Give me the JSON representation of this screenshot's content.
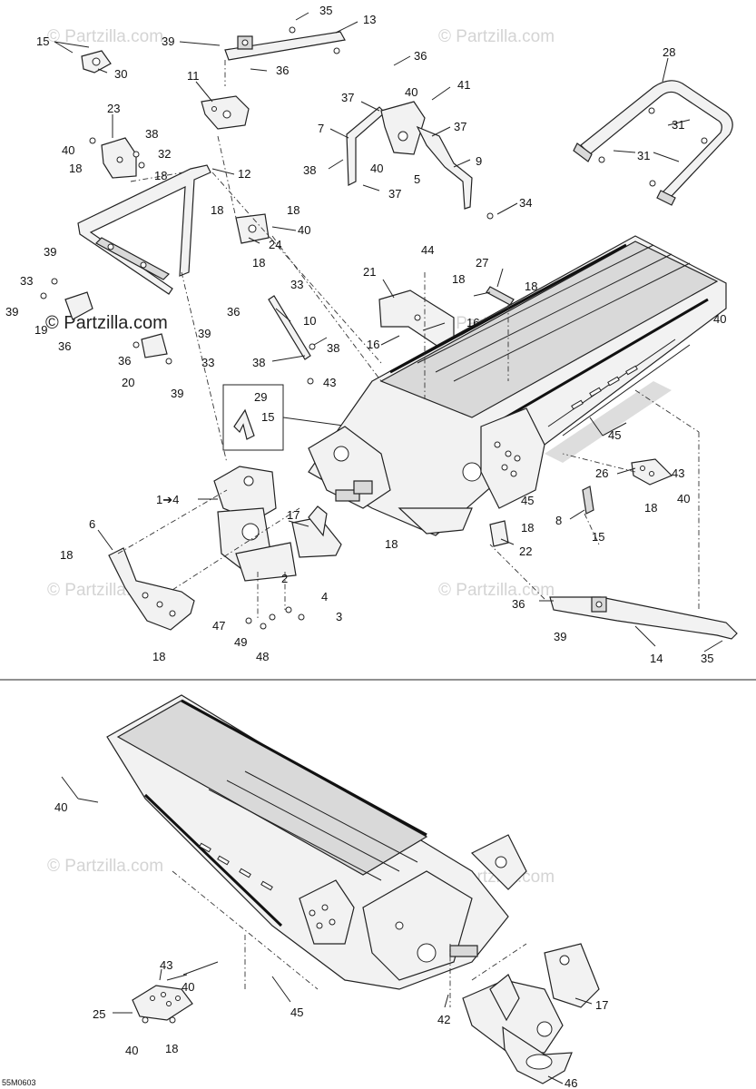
{
  "watermarks": [
    "© Partzilla.com",
    "© Partzilla.com",
    "© Partzilla.com",
    "© Partzilla.com",
    "© Partzilla.com",
    "© Partzilla.com",
    "© Partzilla.com",
    "© Partzilla.com"
  ],
  "watermark_dark": "© Partzilla.com",
  "diagram_code": "55M0603",
  "upper_callouts": {
    "c35a": "35",
    "c13": "13",
    "c15a": "15",
    "c39a": "39",
    "c36a": "36",
    "c30": "30",
    "c11": "11",
    "c36b": "36",
    "c41": "41",
    "c40a": "40",
    "c37a": "37",
    "c37b": "37",
    "c7": "7",
    "c38a": "38",
    "c40b": "40",
    "c5": "5",
    "c9": "9",
    "c37c": "37",
    "c34": "34",
    "c28": "28",
    "c31a": "31",
    "c31b": "31",
    "c23": "23",
    "c38b": "38",
    "c40c": "40",
    "c32": "32",
    "c18a": "18",
    "c18b": "18",
    "c12": "12",
    "c18c": "18",
    "c18d": "18",
    "c40d": "40",
    "c24": "24",
    "c18e": "18",
    "c39b": "39",
    "c33a": "33",
    "c39c": "39",
    "c19": "19",
    "c36c": "36",
    "c33b": "33",
    "c36d": "36",
    "c10": "10",
    "c39d": "39",
    "c38c": "38",
    "c38d": "38",
    "c43a": "43",
    "c36e": "36",
    "c20": "20",
    "c33c": "33",
    "c39e": "39",
    "c44": "44",
    "c21": "21",
    "c18f": "18",
    "c27": "27",
    "c18g": "18",
    "c16a": "16",
    "c16b": "16",
    "c40e": "40",
    "c29": "29",
    "c15b": "15",
    "c45a": "45",
    "c26": "26",
    "c43b": "43",
    "c18h": "18",
    "c40f": "40",
    "c1to4": "1➔4",
    "c17a": "17",
    "c6": "6",
    "c45b": "45",
    "c18i": "18",
    "c8": "8",
    "c15c": "15",
    "c22": "22",
    "c18j": "18",
    "c18k": "18",
    "c2": "2",
    "c4": "4",
    "c3": "3",
    "c36f": "36",
    "c47": "47",
    "c49": "49",
    "c48": "48",
    "c39f": "39",
    "c18l": "18",
    "c14": "14",
    "c35b": "35"
  },
  "lower_callouts": {
    "c40g": "40",
    "c43c": "43",
    "c40h": "40",
    "c25": "25",
    "c45c": "45",
    "c42": "42",
    "c17b": "17",
    "c40i": "40",
    "c18m": "18",
    "c46": "46"
  }
}
